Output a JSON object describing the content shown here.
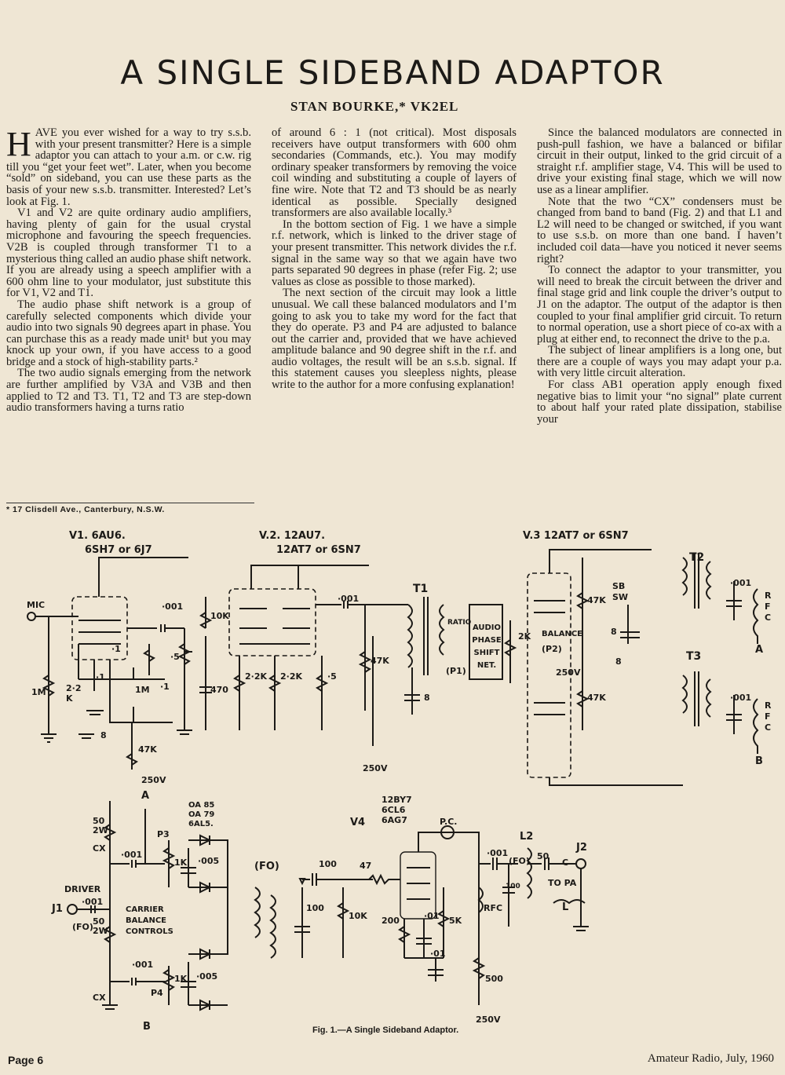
{
  "article": {
    "title": "A SINGLE SIDEBAND ADAPTOR",
    "byline": "STAN BOURKE,* VK2EL",
    "dropcap": "H",
    "col1": [
      "AVE you ever wished for a way to try s.s.b. with your present transmitter? Here is a simple adaptor you can attach to your a.m. or c.w. rig till you “get your feet wet”. Later, when you become “sold” on sideband, you can use these parts as the basis of your new s.s.b. transmitter. Interested? Let’s look at Fig. 1.",
      "V1 and V2 are quite ordinary audio amplifiers, having plenty of gain for the usual crystal microphone and favouring the speech frequencies. V2B is coupled through transformer T1 to a mysterious thing called an audio phase shift network. If you are already using a speech amplifier with a 600 ohm line to your modulator, just substitute this for V1, V2 and T1.",
      "The audio phase shift network is a group of carefully selected components which divide your audio into two signals 90 degrees apart in phase. You can purchase this as a ready made unit¹ but you may knock up your own, if you have access to a good bridge and a stock of high-stability parts.²",
      "The two audio signals emerging from the network are further amplified by V3A and V3B and then applied to T2 and T3. T1, T2 and T3 are step-down audio transformers having a turns ratio"
    ],
    "col2": [
      "of around 6 : 1 (not critical). Most disposals receivers have output transformers with 600 ohm secondaries (Commands, etc.). You may modify ordinary speaker transformers by removing the voice coil winding and substituting a couple of layers of fine wire. Note that T2 and T3 should be as nearly identical as possible. Specially designed transformers are also available locally.³",
      "In the bottom section of Fig. 1 we have a simple r.f. network, which is linked to the driver stage of your present transmitter. This network divides the r.f. signal in the same way so that we again have two parts separated 90 degrees in phase (refer Fig. 2; use values as close as possible to those marked).",
      "The next section of the circuit may look a little unusual. We call these balanced modulators and I’m going to ask you to take my word for the fact that they do operate. P3 and P4 are adjusted to balance out the carrier and, provided that we have achieved amplitude balance and 90 degree shift in the r.f. and audio voltages, the result will be an s.s.b. signal. If this statement causes you sleepless nights, please write to the author for a more confusing explanation!"
    ],
    "col3": [
      "Since the balanced modulators are connected in push-pull fashion, we have a balanced or bifilar circuit in their output, linked to the grid circuit of a straight r.f. amplifier stage, V4. This will be used to drive your existing final stage, which we will now use as a linear amplifier.",
      "Note that the two “CX” condensers must be changed from band to band (Fig. 2) and that L1 and L2 will need to be changed or switched, if you want to use s.s.b. on more than one band. I haven’t included coil data—have you noticed it never seems right?",
      "To connect the adaptor to your transmitter, you will need to break the circuit between the driver and final stage grid and link couple the driver’s output to J1 on the adaptor. The output of the adaptor is then coupled to your final amplifier grid circuit. To return to normal operation, use a short piece of co-ax with a plug at either end, to reconnect the drive to the p.a.",
      "The subject of linear amplifiers is a long one, but there are a couple of ways you may adapt your p.a. with very little circuit alteration.",
      "For class AB1 operation apply enough fixed negative bias to limit your “no signal” plate current to about half your rated plate dissipation, stabilise your"
    ],
    "footnote": "* 17 Clisdell Ave., Canterbury, N.S.W."
  },
  "schematic": {
    "labels": {
      "v1": "V1. 6AU6.",
      "v1alt": "6SH7 or 6J7",
      "v2": "V.2. 12AU7.",
      "v2alt": "12AT7 or 6SN7",
      "v3": "V.3 12AT7 or 6SN7",
      "mic": "MIC",
      "c001a": "·001",
      "c1a": "·1",
      "c1b": "·1",
      "r1m": "1M",
      "r22k": "2·2 K",
      "r1m2": "1M",
      "r1": "·1",
      "c8a": "8",
      "r47k": "47K",
      "v250a": "250V",
      "p5": "·5",
      "r10k": "10K",
      "r470": "470",
      "r22ka": "2·2K",
      "r22kb": "2·2K",
      "r5": "·5",
      "c001b": "·001",
      "r47kb": "47K",
      "v250b": "250V",
      "c8b": "8",
      "t1": "T1",
      "ratio": "RATIO",
      "p1": "(P1)",
      "apsn": "AUDIO PHASE SHIFT NET.",
      "r2k": "2K",
      "balance": "BALANCE",
      "p2": "(P2)",
      "v250c": "250V",
      "r47kc": "47K",
      "r47kd": "47K",
      "sbsw": "SB SW",
      "c8c": "8",
      "c8d": "8",
      "t2": "T2",
      "t3": "T3",
      "c001c": "·001",
      "c001d": "·001",
      "rfc1": "R F C",
      "rfc2": "R F C",
      "outA": "A",
      "outB": "B",
      "inA": "A",
      "inB": "B",
      "diodes": "OA 85 OA 79 6AL5.",
      "p3": "P3",
      "p4": "P4",
      "k1a": "1K",
      "k1b": "1K",
      "c005a": "·005",
      "c005b": "·005",
      "r50a": "50 2W",
      "r50b": "50 2W",
      "cxa": "CX",
      "cxb": "CX",
      "c001e": "·001",
      "c001f": "·001",
      "c001g": "·001",
      "driver": "DRIVER",
      "j1": "J1",
      "fo1": "(FO)",
      "carrier": "CARRIER BALANCE CONTROLS",
      "fo2": "(FO)",
      "c100a": "100",
      "c100b": "100",
      "r47": "47",
      "r10kb": "10K",
      "v4": "V4",
      "v4tubes": "12BY7 6CL6 6AG7",
      "pc": "P.C.",
      "r200": "200",
      "c01a": "·01",
      "c01b": "·01",
      "r5k": "5K",
      "rfc3": "RFC",
      "r500": "500",
      "v250d": "250V",
      "c001h": "·001",
      "fo3": "(FO)",
      "c50": "50",
      "c100c": "100",
      "l2": "L2",
      "j2": "J2",
      "topa": "TO PA",
      "l": "L",
      "c": "C"
    },
    "caption": "Fig. 1.—A Single Sideband Adaptor."
  },
  "footer": {
    "page": "Page 6",
    "journal": "Amateur Radio, July, 1960"
  }
}
